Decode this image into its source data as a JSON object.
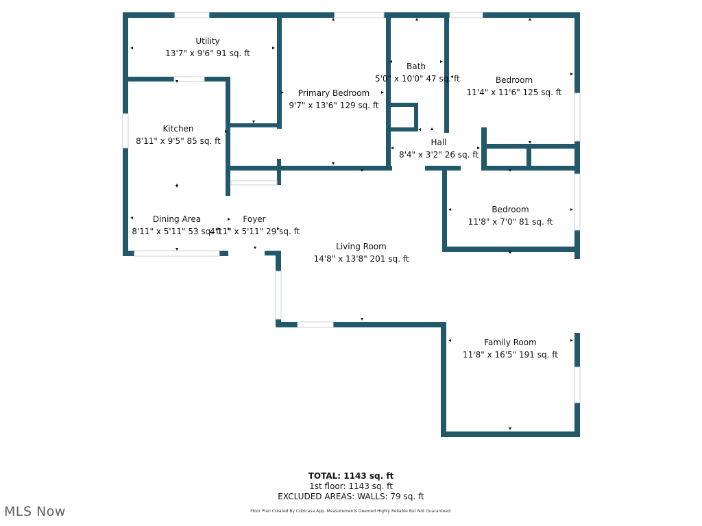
{
  "colors": {
    "wall": "#21596b",
    "window": "#c9d1d4",
    "background": "#ffffff",
    "text": "#111111"
  },
  "rooms": {
    "utility": {
      "name": "Utility",
      "dims": "13'7\" x 9'6\" 91 sq. ft"
    },
    "primary_bedroom": {
      "name": "Primary Bedroom",
      "dims": "9'7\" x 13'6\" 129 sq. ft"
    },
    "bath": {
      "name": "Bath",
      "dims": "5'0\" x 10'0\" 47 sq. ft"
    },
    "bedroom_1": {
      "name": "Bedroom",
      "dims": "11'4\" x 11'6\" 125 sq. ft"
    },
    "kitchen": {
      "name": "Kitchen",
      "dims": "8'11\" x 9'5\" 85 sq. ft"
    },
    "hall": {
      "name": "Hall",
      "dims": "8'4\" x 3'2\" 26 sq. ft"
    },
    "bedroom_2": {
      "name": "Bedroom",
      "dims": "11'8\" x 7'0\" 81 sq. ft"
    },
    "dining_area": {
      "name": "Dining Area",
      "dims": "8'11\" x 5'11\" 53 sq. ft"
    },
    "foyer": {
      "name": "Foyer",
      "dims": "4'11\" x 5'11\" 29 sq. ft"
    },
    "living_room": {
      "name": "Living Room",
      "dims": "14'8\" x 13'8\" 201 sq. ft"
    },
    "family_room": {
      "name": "Family Room",
      "dims": "11'8\" x 16'5\" 191 sq. ft"
    }
  },
  "summary": {
    "total": "TOTAL: 1143 sq. ft",
    "floor": "1st floor: 1143 sq. ft",
    "excluded": "EXCLUDED AREAS: WALLS: 79 sq. ft"
  },
  "watermark": "MLS Now",
  "disclaimer": "Floor Plan Created By Cubicasa App. Measurements Deemed Highly Reliable But Not Guaranteed."
}
